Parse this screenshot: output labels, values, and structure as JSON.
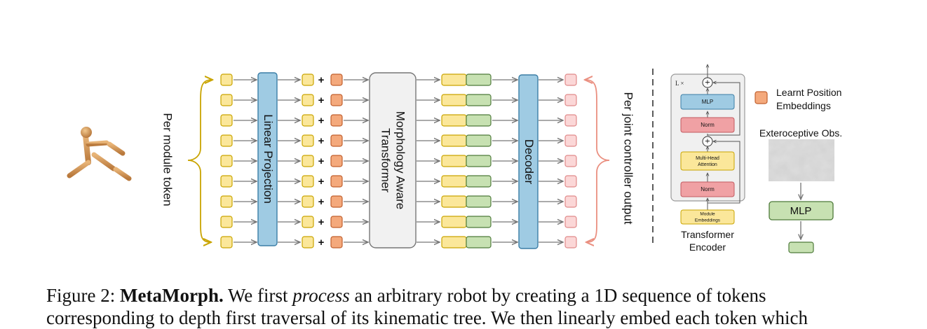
{
  "diagram": {
    "left_label": "Per module token",
    "linear_projection": "Linear Projection",
    "transformer_line1": "Morphology Aware",
    "transformer_line2": "Transformer",
    "decoder": "Decoder",
    "right_label": "Per joint controller output",
    "plus_symbol": "+",
    "rows": 9,
    "colors": {
      "yellow_fill": "#fbe79a",
      "yellow_stroke": "#c9a400",
      "orange_fill": "#f4a97c",
      "orange_stroke": "#c0602e",
      "green_fill": "#c7e1b2",
      "green_stroke": "#4e7a3a",
      "pink_fill": "#fbd7d7",
      "pink_stroke": "#e08a8a",
      "blue_fill": "#9fcbe3",
      "blue_stroke": "#3b7ea6",
      "gray_fill": "#f1f1f1",
      "gray_stroke": "#777777",
      "brace_left": "#c9a400",
      "brace_right": "#ea8f80"
    },
    "encoder": {
      "repeat_label": "L ×",
      "mlp": "MLP",
      "norm_top": "Norm",
      "attention_line1": "Multi-Head",
      "attention_line2": "Attention",
      "norm_bottom": "Norm",
      "embed_line1": "Module",
      "embed_line2": "Embeddings",
      "caption_line1": "Transformer",
      "caption_line2": "Encoder"
    },
    "legend": {
      "line1": "Learnt Position",
      "line2": "Embeddings"
    },
    "extero": {
      "title": "Exteroceptive Obs.",
      "mlp": "MLP"
    }
  },
  "caption": {
    "line1_prefix": "Figure 2: ",
    "line1_bold": "MetaMorph.",
    "line1_mid": " We first ",
    "line1_italic": "process",
    "line1_rest": " an arbitrary robot by creating a 1D sequence of tokens",
    "line2": "corresponding to depth first traversal of its kinematic tree. We then linearly embed each token which"
  }
}
